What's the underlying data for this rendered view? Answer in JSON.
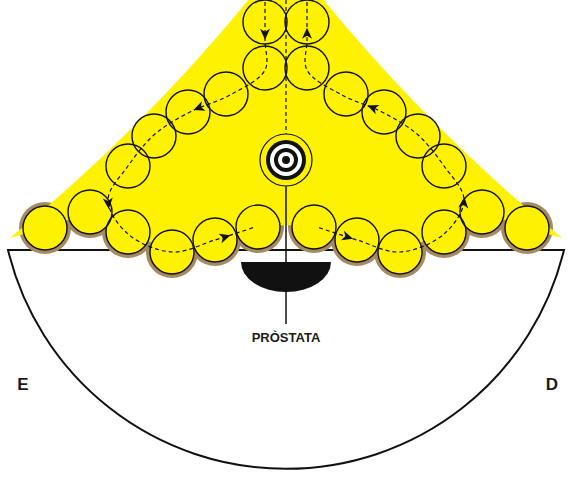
{
  "diagram": {
    "labels": [
      "PRÒSTATA",
      "E",
      "D"
    ]
  }
}
